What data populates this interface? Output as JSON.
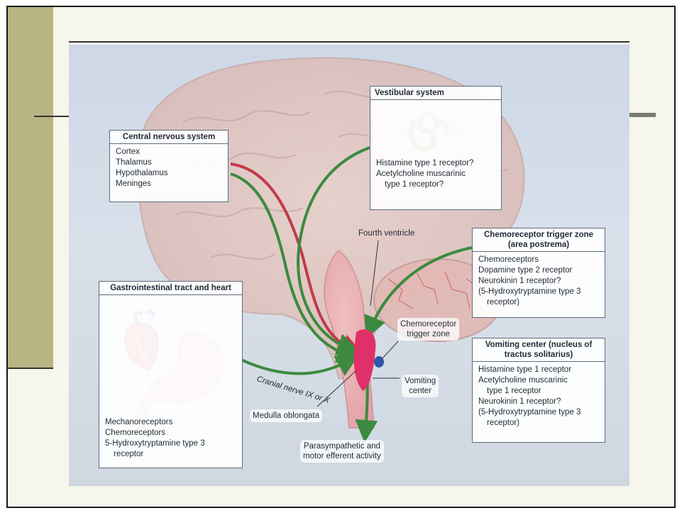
{
  "colors": {
    "olive_block": "#b8b583",
    "panel_bg": "#d3dbe6",
    "afferent_green": "#3c8a3f",
    "afferent_red": "#c23a48",
    "vomiting_center": "#e0306a",
    "trigger_zone": "#2f54a8"
  },
  "boxes": {
    "cns": {
      "title": "Central nervous system",
      "items": [
        "Cortex",
        "Thalamus",
        "Hypothalamus",
        "Meninges"
      ]
    },
    "vestibular": {
      "title": "Vestibular system",
      "items": [
        "Histamine type 1 receptor?",
        "Acetylcholine muscarinic",
        "type 1 receptor?"
      ]
    },
    "ctz": {
      "title_line1": "Chemoreceptor trigger zone",
      "title_line2": "(area postrema)",
      "items": [
        "Chemoreceptors",
        "Dopamine type 2 receptor",
        "Neurokinin 1 receptor?",
        "(5-Hydroxytryptamine type 3",
        "receptor)"
      ]
    },
    "gi": {
      "title": "Gastrointestinal tract and heart",
      "items": [
        "Mechanoreceptors",
        "Chemoreceptors",
        "5-Hydroxytryptamine type 3",
        "receptor"
      ]
    },
    "vc": {
      "title_line1": "Vomiting center (nucleus of",
      "title_line2": "tractus solitarius)",
      "items": [
        "Histamine type 1 receptor",
        "Acetylcholine muscarinic",
        "type 1 receptor",
        "Neurokinin 1 receptor?",
        "(5-Hydroxytryptamine type 3",
        "receptor)"
      ]
    }
  },
  "labels": {
    "fourth_ventricle": "Fourth ventricle",
    "ctz_line1": "Chemoreceptor",
    "ctz_line2": "trigger zone",
    "vomiting_line1": "Vomiting",
    "vomiting_line2": "center",
    "cranial_nerve": "Cranial nerve IX or X",
    "medulla": "Medulla oblongata",
    "efferent_line1": "Parasympathetic and",
    "efferent_line2": "motor efferent activity"
  },
  "icons": {
    "brain": "brain-illustration",
    "inner_ear": "inner-ear-icon",
    "heart": "heart-icon",
    "stomach": "stomach-icon"
  }
}
